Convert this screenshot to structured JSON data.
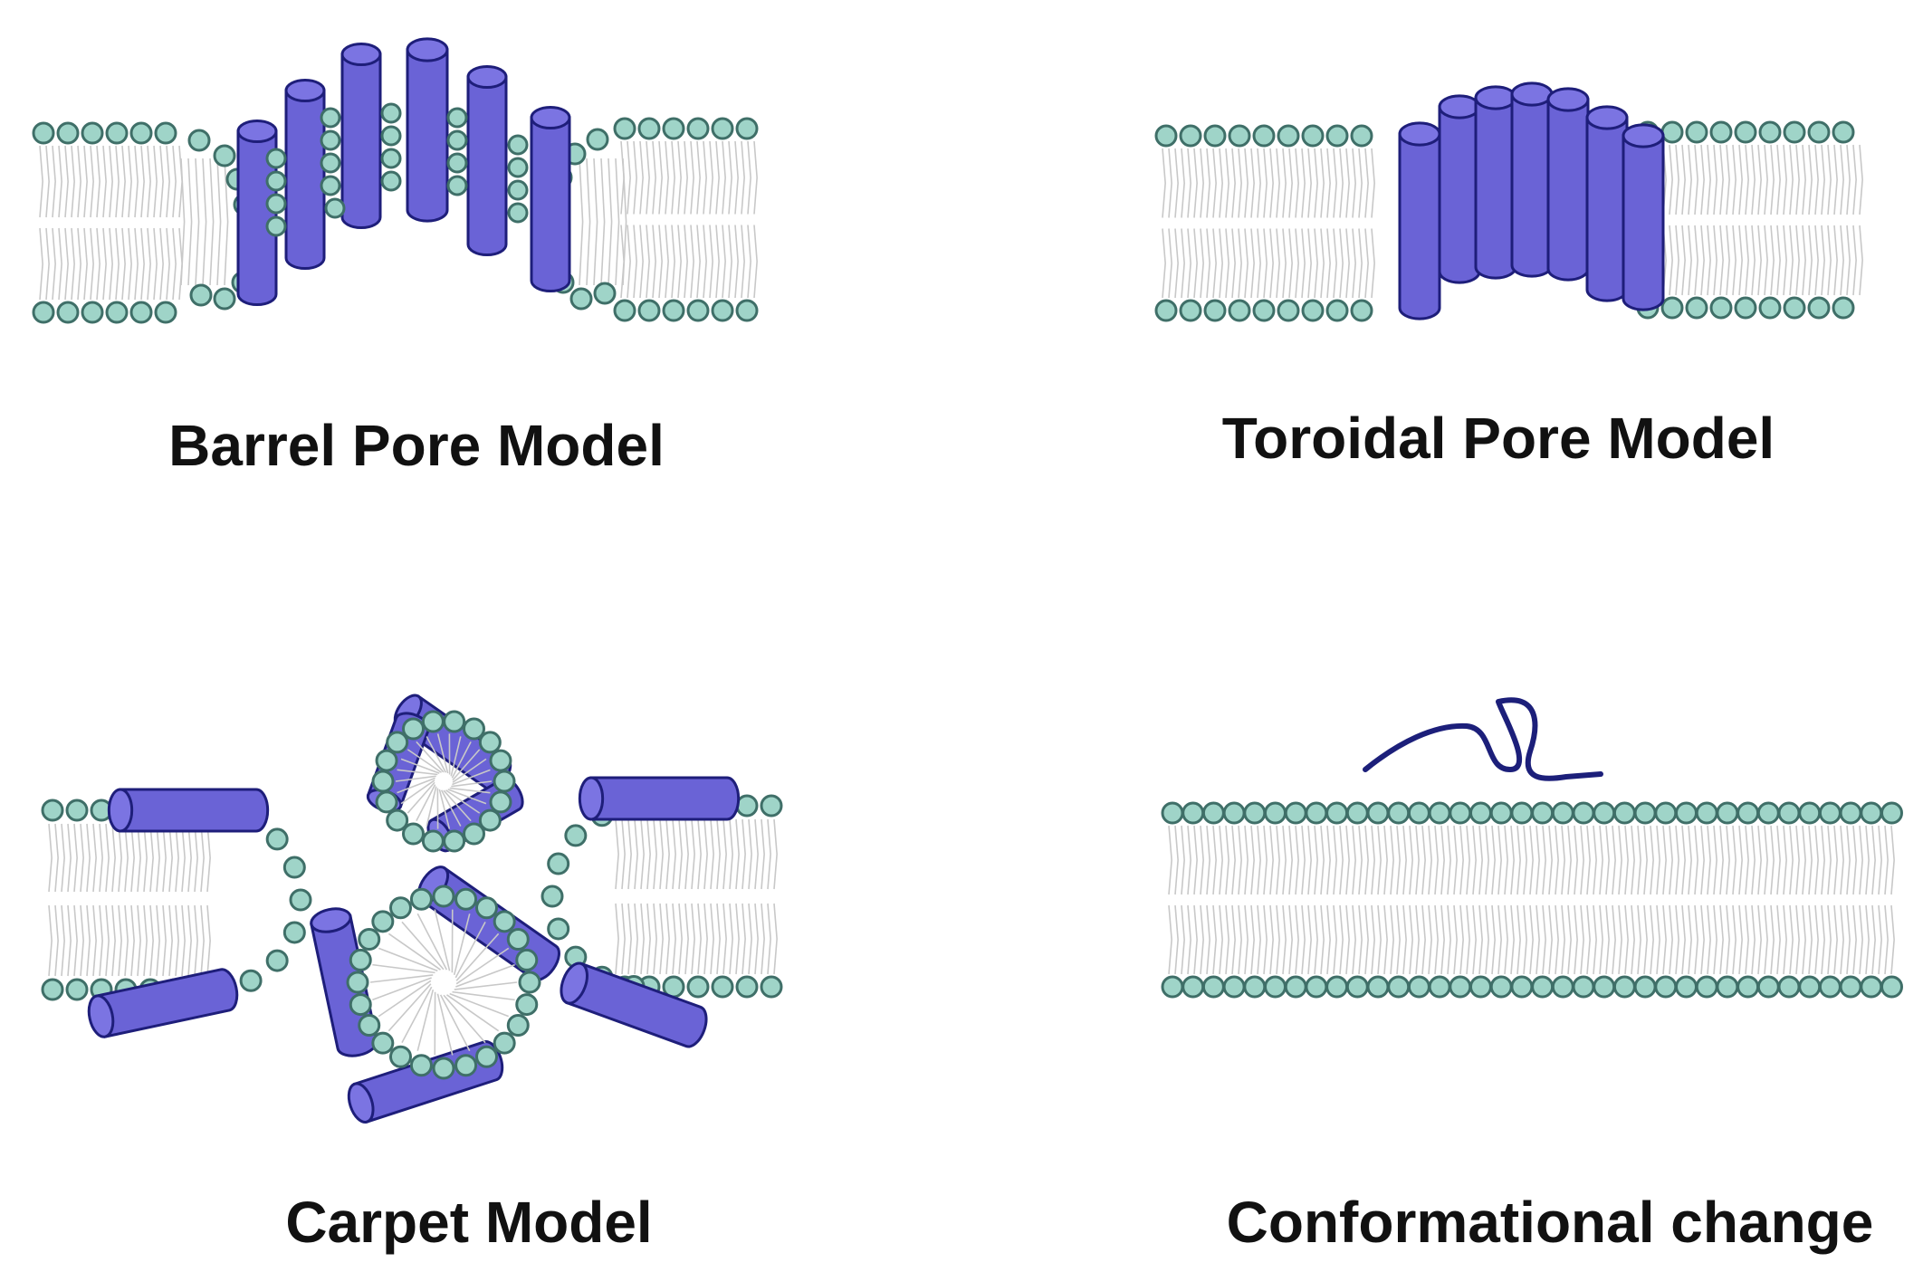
{
  "panels": {
    "barrel": {
      "label": "Barrel Pore Model"
    },
    "toroidal": {
      "label": "Toroidal Pore Model"
    },
    "carpet": {
      "label": "Carpet Model"
    },
    "conformational": {
      "label": "Conformational change"
    }
  },
  "colors": {
    "head_fill": "#9fd4c8",
    "head_stroke": "#3f6f68",
    "tail": "#c8c8c8",
    "peptide_fill": "#6a63d6",
    "peptide_stroke": "#1e1e7a",
    "peptide_top": "#7b74e2",
    "coil": "#1c1f7a",
    "label": "#111111"
  },
  "icons": {
    "lipid": "lipid-head-circle-icon",
    "peptide": "peptide-cylinder-icon",
    "coil": "unstructured-peptide-icon"
  }
}
